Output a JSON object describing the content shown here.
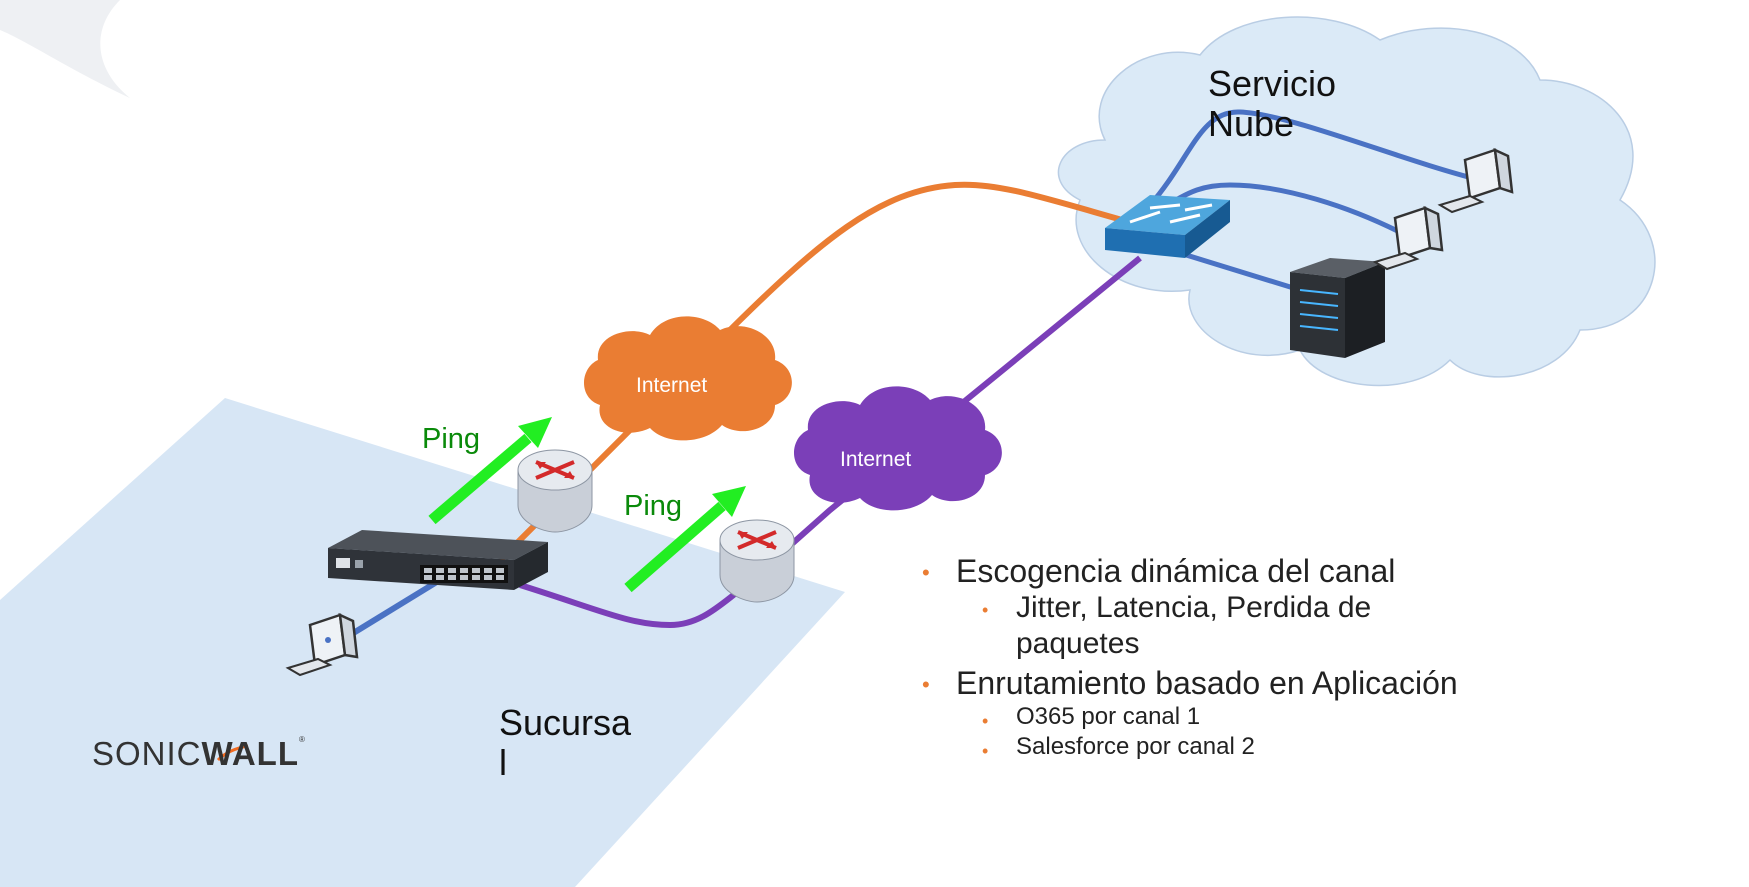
{
  "cloud_service": {
    "title_line1": "Servicio",
    "title_line2": "Nube"
  },
  "branch": {
    "title_line1": "Sucursa",
    "title_line2": "l"
  },
  "internet_clouds": [
    {
      "label": "Internet",
      "color": "#ea7d33"
    },
    {
      "label": "Internet",
      "color": "#7b3fb8"
    }
  ],
  "ping_labels": [
    "Ping",
    "Ping"
  ],
  "bullets": {
    "item1": "Escogencia dinámica del canal",
    "item1_sub1": "Jitter, Latencia, Perdida de",
    "item1_sub1_cont": "paquetes",
    "item2": "Enrutamiento basado en Aplicación",
    "item2_sub1": "O365 por canal 1",
    "item2_sub2": "Salesforce por canal 2"
  },
  "logo": {
    "text_light": "SONIC",
    "text_bold": "WALL"
  },
  "colors": {
    "orange_link": "#ea7d33",
    "purple_link": "#7b3fb8",
    "blue_link": "#4a72c4",
    "ping_arrow": "#22ee22",
    "cloud_fill": "#dbeaf7",
    "branch_fill": "#d7e6f5"
  }
}
